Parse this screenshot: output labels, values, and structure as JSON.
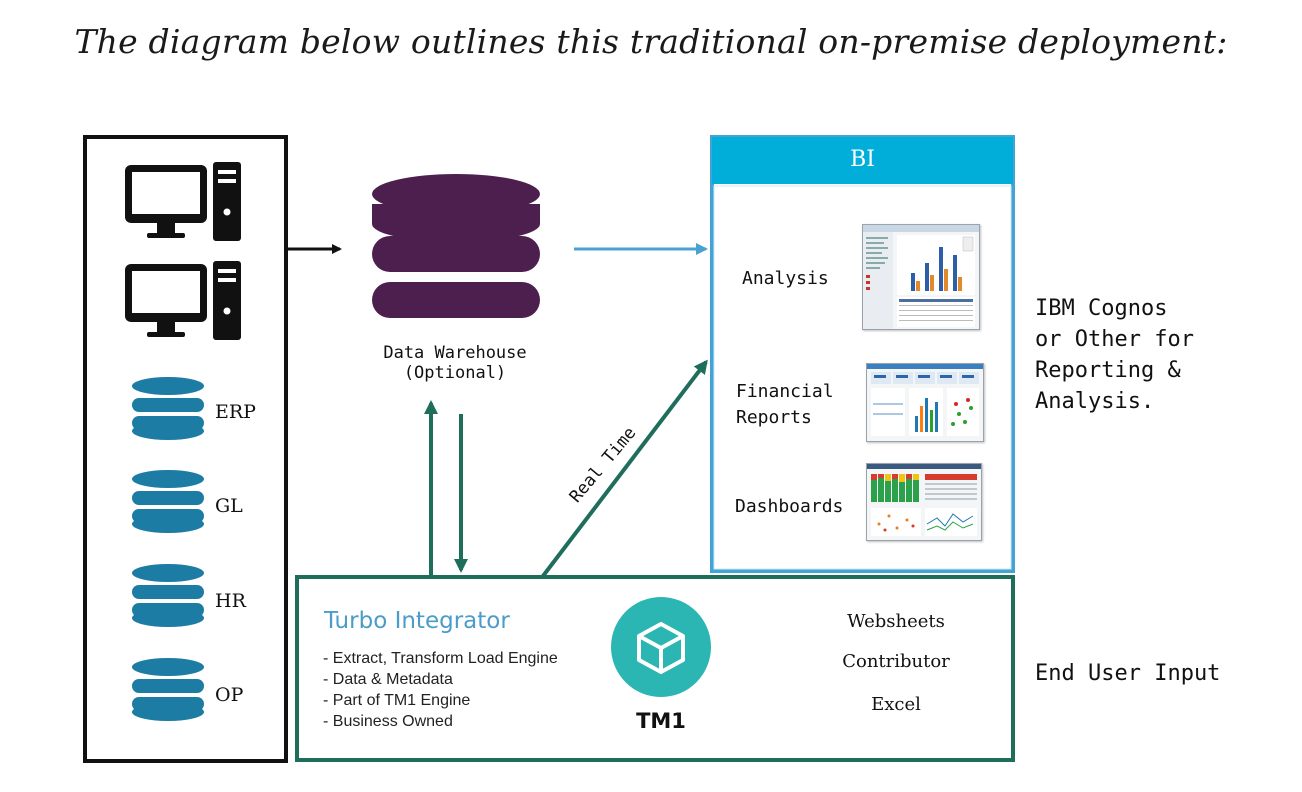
{
  "heading": "The diagram below outlines this traditional on-premise deployment:",
  "sources": [
    "ERP",
    "GL",
    "HR",
    "OP"
  ],
  "warehouse": {
    "line1": "Data Warehouse",
    "line2": "(Optional)"
  },
  "realtime_label": "Real Time",
  "bi": {
    "title": "BI",
    "items": [
      {
        "lines": [
          "Analysis"
        ]
      },
      {
        "lines": [
          "Financial",
          "Reports"
        ]
      },
      {
        "lines": [
          "Dashboards"
        ]
      }
    ]
  },
  "right_label": [
    "IBM Cognos",
    "or Other for",
    "Reporting &",
    "Analysis."
  ],
  "ti": {
    "title": "Turbo Integrator",
    "bullets": [
      "- Extract, Transform Load Engine",
      "- Data & Metadata",
      "- Part of TM1 Engine",
      "- Business Owned"
    ]
  },
  "tm1_label": "TM1",
  "inputs": [
    "Websheets",
    "Contributor",
    "Excel"
  ],
  "end_user": "End User Input",
  "colors": {
    "warehouse": "#4d1f4f",
    "source_db": "#1c7ca3",
    "bi_border": "#43a3d6",
    "bi_header": "#00aed9",
    "tm1_border": "#1f6e5c",
    "arrow_green": "#1f6e5c",
    "arrow_blue": "#4aa2d2",
    "tm1_circle": "#2cb6b3",
    "ti_title": "#4a9cc9"
  },
  "icons": [
    "desktop-computer-icon",
    "database-icon",
    "cube-icon"
  ]
}
